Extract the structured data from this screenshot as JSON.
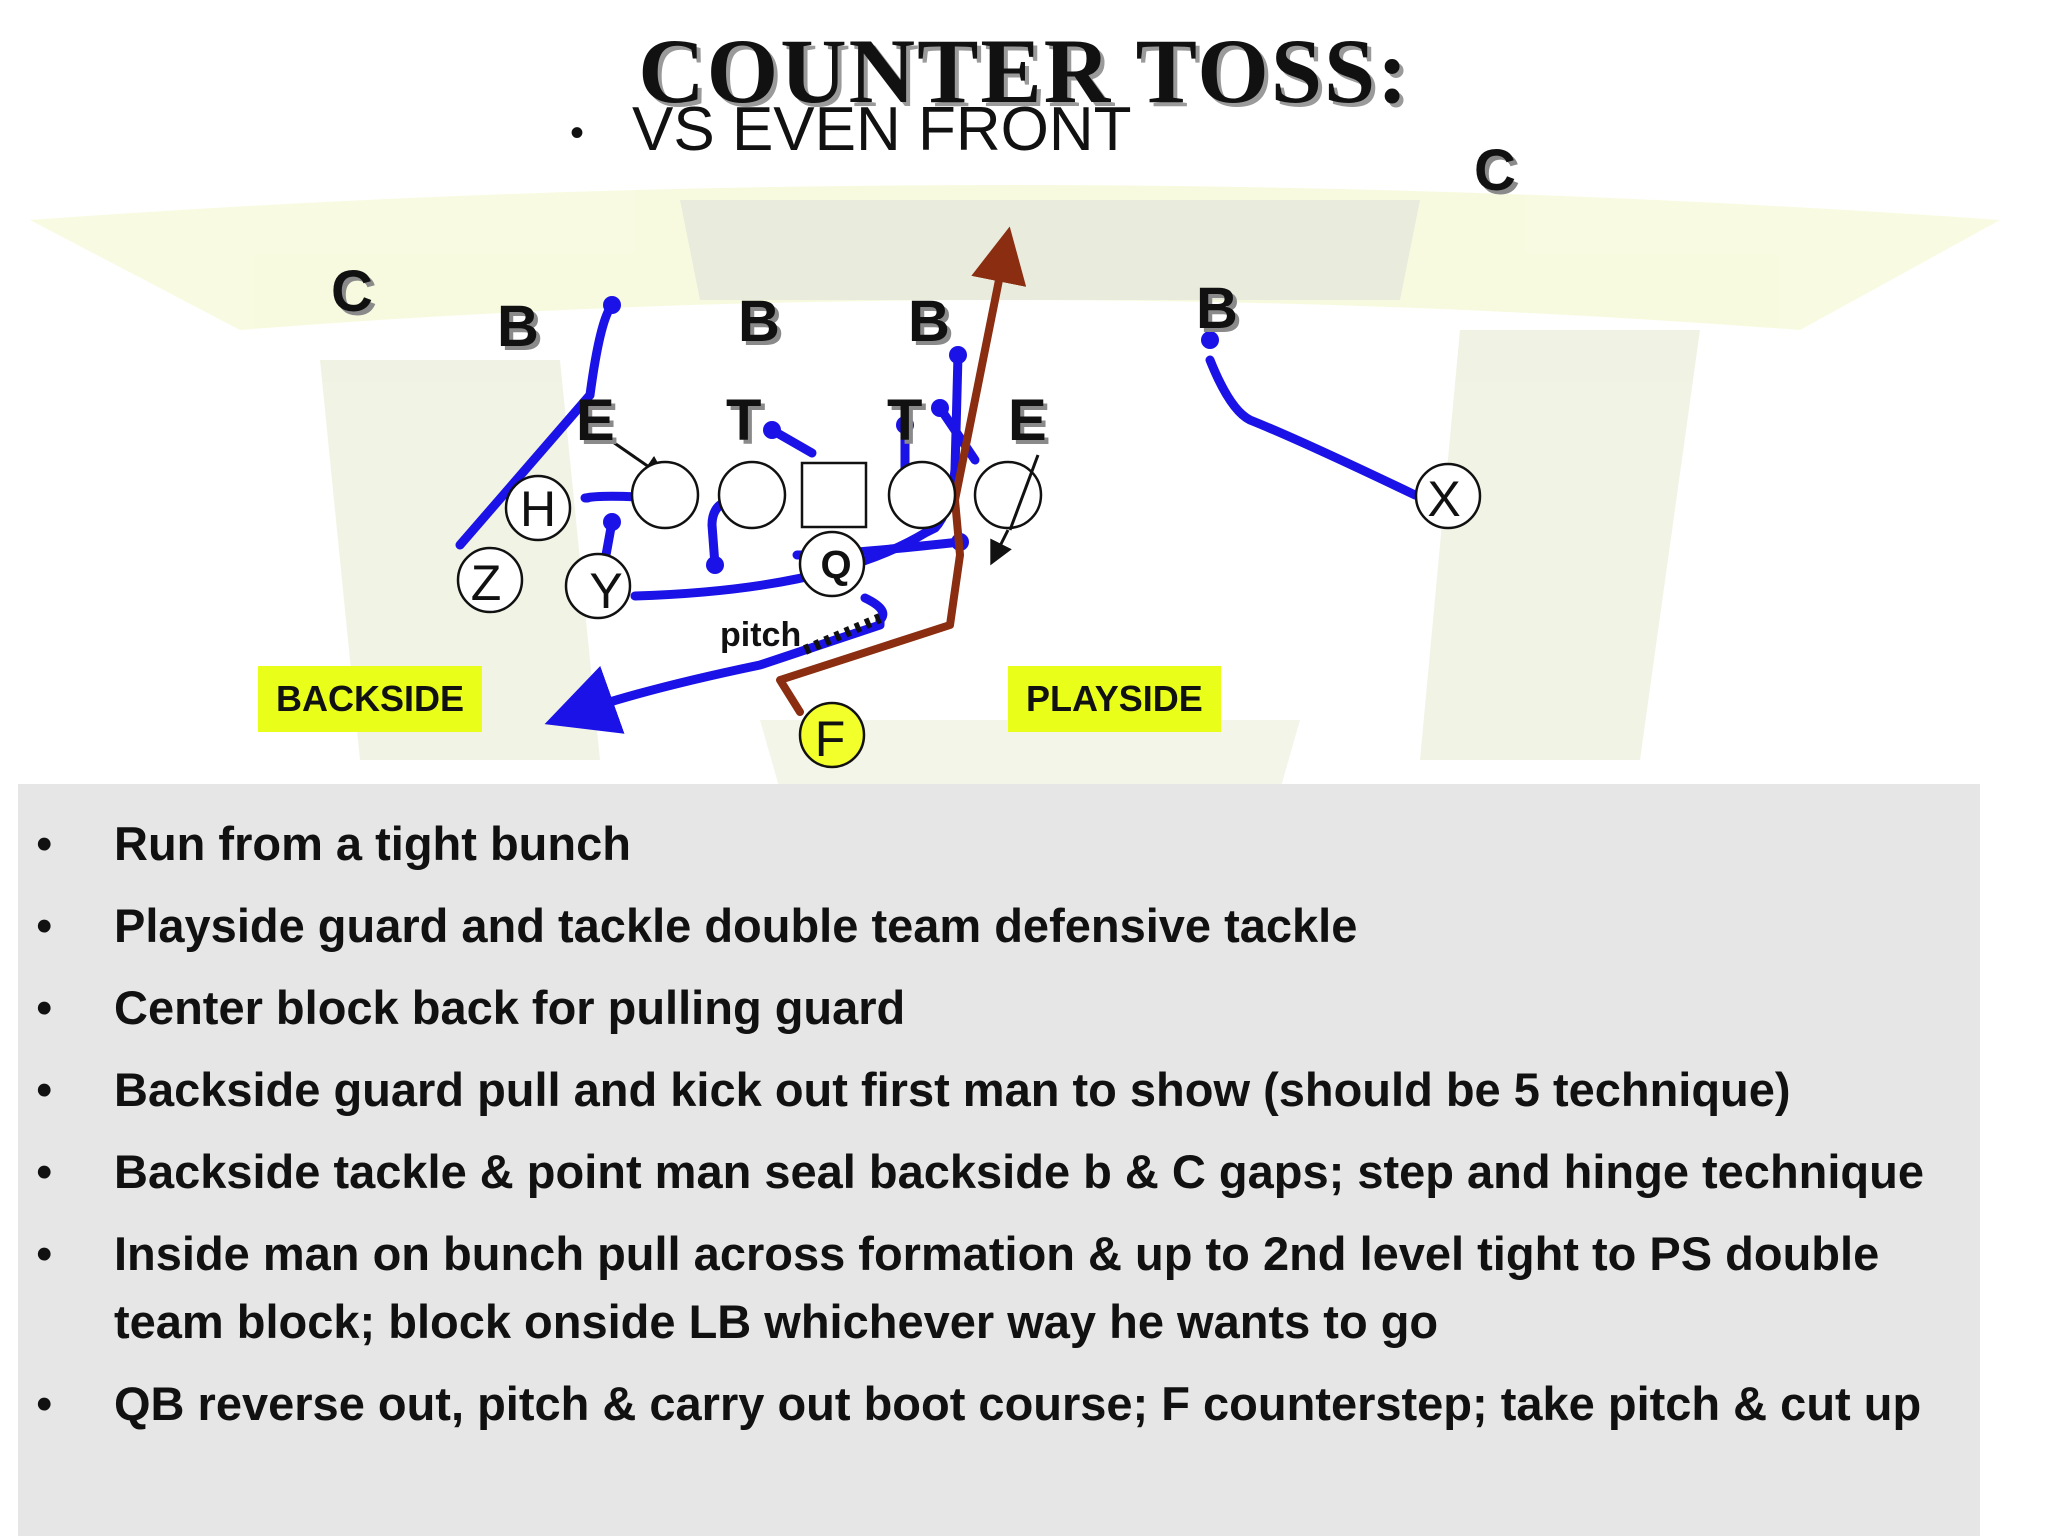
{
  "title": "COUNTER TOSS:",
  "subtitle": "VS EVEN FRONT",
  "bullet_glyph": "•",
  "diagram": {
    "defense": {
      "corner_left": "C",
      "corner_right": "C",
      "backer_1": "B",
      "backer_2": "B",
      "backer_3": "B",
      "backer_4": "B",
      "end_left": "E",
      "tackle_left": "T",
      "tackle_right": "T",
      "end_right": "E"
    },
    "offense": {
      "h": "H",
      "z": "Z",
      "y": "Y",
      "q": "Q",
      "x": "X",
      "f": "F"
    },
    "pitch_label": "pitch",
    "backside_label": "BACKSIDE",
    "playside_label": "PLAYSIDE",
    "colors": {
      "blocking_path": "#1a12e6",
      "ball_carrier_path": "#8b2d10",
      "highlight": "#e9ff1a",
      "logo_watermark": "#c9cfa0"
    }
  },
  "notes": [
    "Run from a tight bunch",
    "Playside guard and tackle double team defensive tackle",
    "Center block back for pulling guard",
    "Backside guard pull and kick out first man to show (should be 5 technique)",
    "Backside tackle & point man seal backside b & C gaps; step and hinge technique",
    "Inside man on bunch pull across formation & up to 2nd level tight to PS double team block; block onside LB whichever way he wants to go",
    "QB reverse out, pitch & carry out boot course; F counterstep; take pitch & cut up"
  ]
}
